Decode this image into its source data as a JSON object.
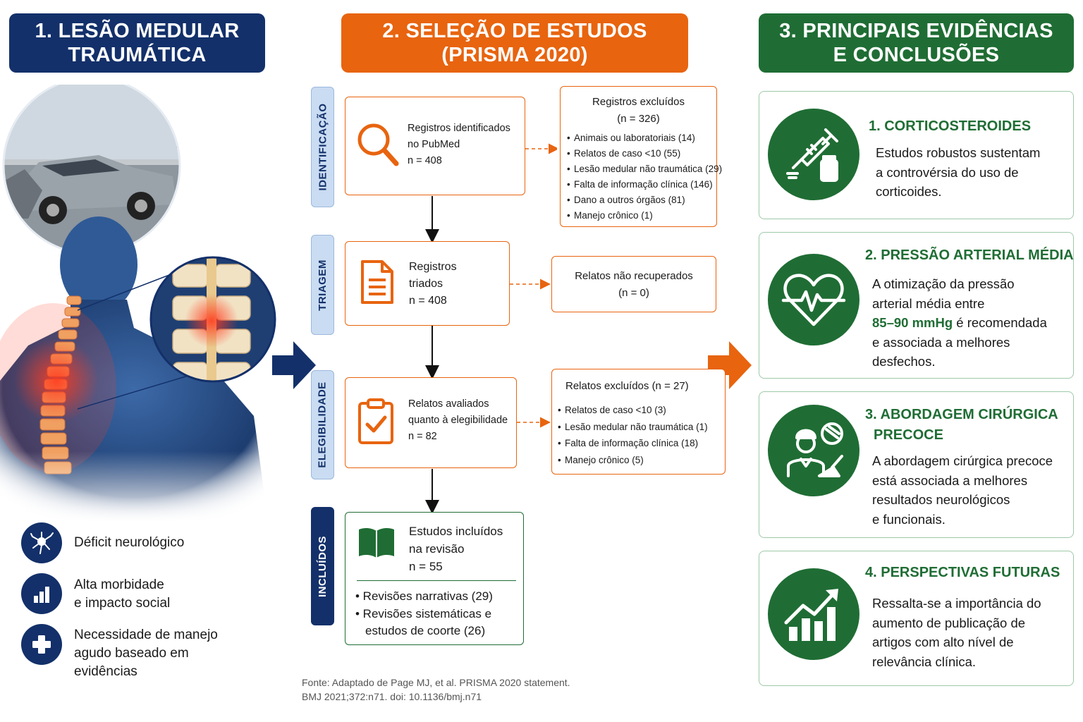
{
  "column1": {
    "title_line1": "1. LESÃO MEDULAR",
    "title_line2": "TRAUMÁTICA",
    "items": [
      {
        "icon": "neuron-icon",
        "lines": [
          "Déficit neurológico"
        ]
      },
      {
        "icon": "bar-chart-icon",
        "lines": [
          "Alta morbidade",
          "e impacto social"
        ]
      },
      {
        "icon": "medical-cross-icon",
        "lines": [
          "Necessidade de manejo",
          "agudo baseado em",
          "evidências"
        ]
      }
    ]
  },
  "column2": {
    "title_line1": "2. SELEÇÃO DE ESTUDOS",
    "title_line2": "(PRISMA 2020)",
    "stages": [
      "IDENTIFICAÇÃO",
      "TRIAGEM",
      "ELEGIBILIDADE",
      "INCLUÍDOS"
    ],
    "identification": {
      "lines": [
        "Registros identificados",
        "no PubMed",
        "n = 408"
      ],
      "excluded_title": [
        "Registros excluídos",
        "(n = 326)"
      ],
      "excluded_items": [
        "Animais ou laboratoriais (14)",
        "Relatos de caso <10 (55)",
        "Lesão medular não traumática (29)",
        "Falta de informação clínica (146)",
        "Dano a outros órgãos (81)",
        "Manejo crônico (1)"
      ]
    },
    "screening": {
      "lines": [
        "Registros",
        "triados",
        "n = 408"
      ],
      "not_retrieved": [
        "Relatos não recuperados",
        "(n = 0)"
      ]
    },
    "eligibility": {
      "lines": [
        "Relatos avaliados",
        "quanto à elegibilidade",
        "n = 82"
      ],
      "excluded_title": "Relatos excluídos (n = 27)",
      "excluded_items": [
        "Relatos de caso <10 (3)",
        "Lesão medular não traumática (1)",
        "Falta de informação clínica (18)",
        "Manejo crônico (5)"
      ]
    },
    "included": {
      "lines": [
        "Estudos incluídos",
        "na revisão",
        "n = 55"
      ],
      "items": [
        "• Revisões narrativas (29)",
        "• Revisões sistemáticas e",
        "estudos de coorte (26)"
      ]
    },
    "source_line1": "Fonte: Adaptado de Page MJ, et al. PRISMA 2020 statement.",
    "source_line2": "BMJ 2021;372:n71. doi: 10.1136/bmj.n71"
  },
  "column3": {
    "title_line1": "3. PRINCIPAIS EVIDÊNCIAS",
    "title_line2": "E CONCLUSÕES",
    "cards": [
      {
        "icon": "syringe-vial-icon",
        "title": [
          "1. CORTICOSTEROIDES"
        ],
        "body": [
          "Estudos robustos sustentam",
          "a controvérsia do uso de",
          "corticoides."
        ]
      },
      {
        "icon": "heart-pulse-icon",
        "title": [
          "2. PRESSÃO ARTERIAL MÉDIA"
        ],
        "body": [
          "A otimização da pressão",
          "arterial média entre"
        ],
        "highlight": "85–90 mmHg",
        "highlight_rest": " é recomendada",
        "body2": [
          "e associada a melhores",
          "desfechos."
        ]
      },
      {
        "icon": "surgeon-icon",
        "title": [
          "3. ABORDAGEM CIRÚRGICA",
          "PRECOCE"
        ],
        "body": [
          "A abordagem cirúrgica precoce",
          "está associada a melhores",
          "resultados neurológicos",
          "e funcionais."
        ]
      },
      {
        "icon": "growth-chart-icon",
        "title": [
          "4. PERSPECTIVAS FUTURAS"
        ],
        "body": [
          "Ressalta-se a importância do",
          "aumento de publicação de",
          "artigos com alto nível de",
          "relevância clínica."
        ]
      }
    ]
  },
  "colors": {
    "navy": "#13306a",
    "orange": "#e8640f",
    "green": "#1f6d34"
  }
}
